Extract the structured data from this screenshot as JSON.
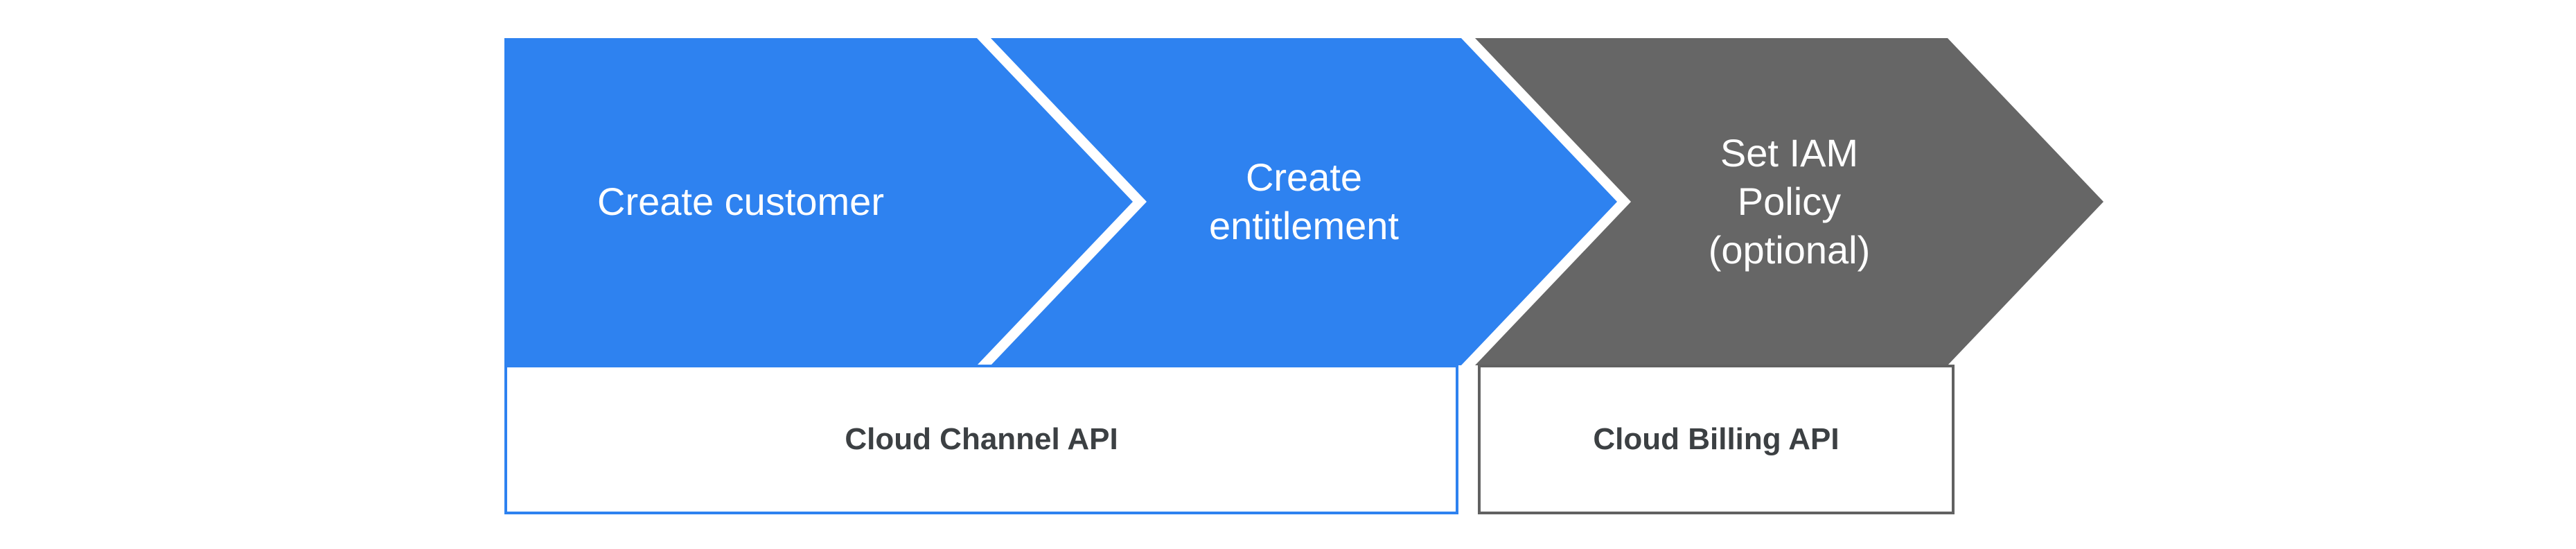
{
  "diagram": {
    "background_color": "#ffffff",
    "steps": [
      {
        "label": "Create customer",
        "color": "#2E82F0"
      },
      {
        "label": "Create\nentitlement",
        "color": "#2E82F0"
      },
      {
        "label": "Set IAM\nPolicy\n(optional)",
        "color": "#666666"
      }
    ],
    "api_boxes": [
      {
        "label": "Cloud Channel API",
        "border_color": "#2E82F0"
      },
      {
        "label": "Cloud Billing API",
        "border_color": "#616161"
      }
    ]
  }
}
